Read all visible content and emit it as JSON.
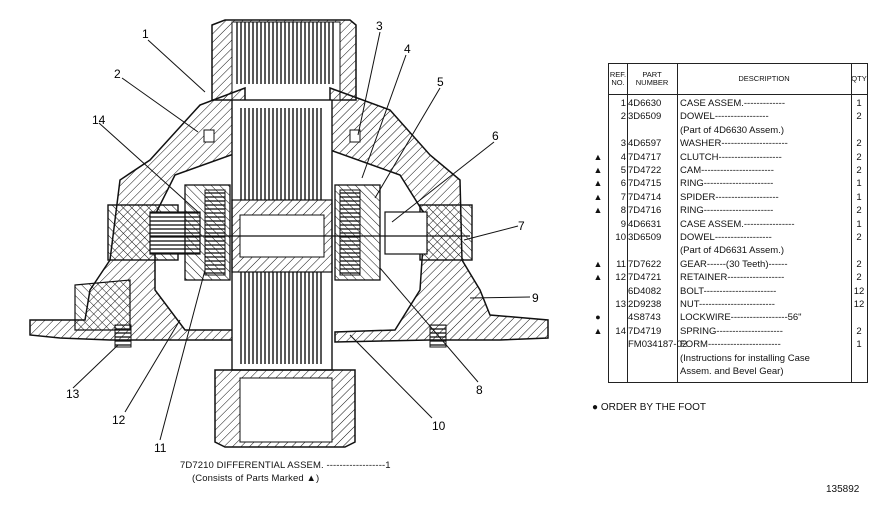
{
  "callouts": [
    "1",
    "2",
    "3",
    "4",
    "5",
    "6",
    "7",
    "8",
    "9",
    "10",
    "11",
    "12",
    "13",
    "14"
  ],
  "caption": {
    "line1": "7D7210 DIFFERENTIAL ASSEM. ------------------1",
    "line2": "(Consists of Parts Marked ▲)"
  },
  "table": {
    "headers": {
      "ref": "REF. NO.",
      "part": "PART NUMBER",
      "desc": "DESCRIPTION",
      "qty": "QTY"
    },
    "rows": [
      {
        "mark": "",
        "ref": "1",
        "part": "4D6630",
        "desc": "CASE ASSEM.-------------",
        "qty": "1"
      },
      {
        "mark": "",
        "ref": "2",
        "part": "3D6509",
        "desc": "    DOWEL-----------------",
        "qty": "2"
      },
      {
        "mark": "",
        "ref": "",
        "part": "",
        "desc": "       (Part of 4D6630 Assem.)",
        "qty": ""
      },
      {
        "mark": "",
        "ref": "3",
        "part": "4D6597",
        "desc": "WASHER---------------------",
        "qty": "2"
      },
      {
        "mark": "▲",
        "ref": "4",
        "part": "7D4717",
        "desc": "CLUTCH--------------------",
        "qty": "2"
      },
      {
        "mark": "▲",
        "ref": "5",
        "part": "7D4722",
        "desc": "CAM-----------------------",
        "qty": "2"
      },
      {
        "mark": "▲",
        "ref": "6",
        "part": "7D4715",
        "desc": "RING----------------------",
        "qty": "1"
      },
      {
        "mark": "▲",
        "ref": "7",
        "part": "7D4714",
        "desc": "SPIDER--------------------",
        "qty": "1"
      },
      {
        "mark": "▲",
        "ref": "8",
        "part": "7D4716",
        "desc": "RING----------------------",
        "qty": "2"
      },
      {
        "mark": "",
        "ref": "9",
        "part": "4D6631",
        "desc": "CASE ASSEM.----------------",
        "qty": "1"
      },
      {
        "mark": "",
        "ref": "10",
        "part": "3D6509",
        "desc": "    DOWEL------------------",
        "qty": "2"
      },
      {
        "mark": "",
        "ref": "",
        "part": "",
        "desc": "       (Part of 4D6631 Assem.)",
        "qty": ""
      },
      {
        "mark": "▲",
        "ref": "11",
        "part": "7D7622",
        "desc": "GEAR------(30 Teeth)------",
        "qty": "2"
      },
      {
        "mark": "▲",
        "ref": "12",
        "part": "7D4721",
        "desc": "RETAINER------------------",
        "qty": "2"
      },
      {
        "mark": "",
        "ref": "",
        "part": "6D4082",
        "desc": "BOLT-----------------------",
        "qty": "12"
      },
      {
        "mark": "",
        "ref": "13",
        "part": "2D9238",
        "desc": "NUT------------------------",
        "qty": "12"
      },
      {
        "mark": "●",
        "ref": "",
        "part": "4S8743",
        "desc": "LOCKWIRE------------------56\"",
        "qty": ""
      },
      {
        "mark": "▲",
        "ref": "14",
        "part": "7D4719",
        "desc": "SPRING---------------------",
        "qty": "2"
      },
      {
        "mark": "",
        "ref": "",
        "part": "FM034187-02",
        "desc": "FORM-----------------------",
        "qty": "1"
      },
      {
        "mark": "",
        "ref": "",
        "part": "",
        "desc": "(Instructions for installing Case",
        "qty": ""
      },
      {
        "mark": "",
        "ref": "",
        "part": "",
        "desc": "           Assem. and Bevel Gear)",
        "qty": ""
      }
    ]
  },
  "footnote": "● ORDER BY THE FOOT",
  "image_number": "135892"
}
